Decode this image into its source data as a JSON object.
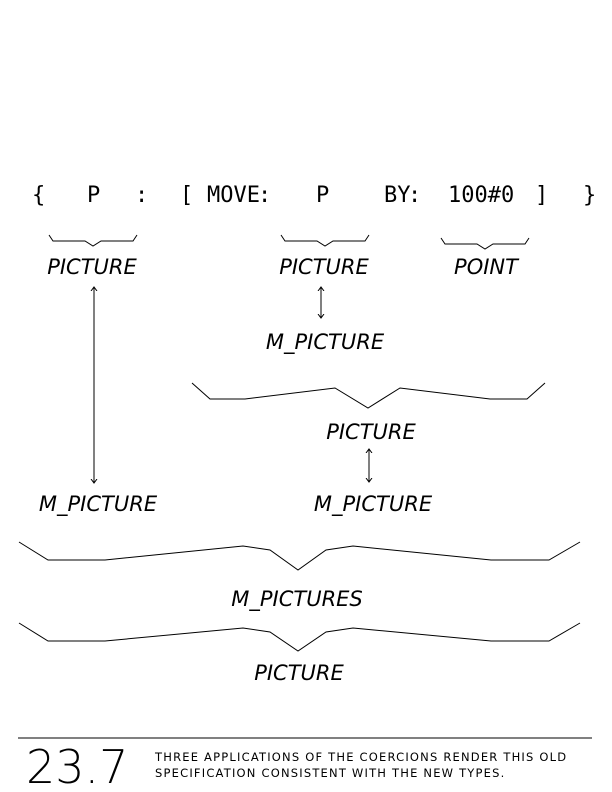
{
  "expression": {
    "open_brace": "{",
    "var_p": "P",
    "colon_1": ":",
    "open_bracket": "[",
    "move": "MOVE",
    "colon_2": ":",
    "arg_p": "P",
    "by": "BY",
    "colon_3": ":",
    "point": "100#0",
    "close_bracket": "]",
    "close_brace": "}"
  },
  "types": {
    "p_type": "PICTURE",
    "arg_p_type": "PICTURE",
    "point_type": "POINT",
    "arg_p_coerced": "M_PICTURE",
    "move_result": "PICTURE",
    "move_result_coerced": "M_PICTURE",
    "p_coerced": "M_PICTURE",
    "pair_type": "M_PICTURES",
    "final_type": "PICTURE"
  },
  "figure": {
    "number": "23.7",
    "caption_line_1": "THREE APPLICATIONS OF THE COERCIONS RENDER THIS OLD",
    "caption_line_2": "SPECIFICATION CONSISTENT WITH THE NEW TYPES."
  }
}
